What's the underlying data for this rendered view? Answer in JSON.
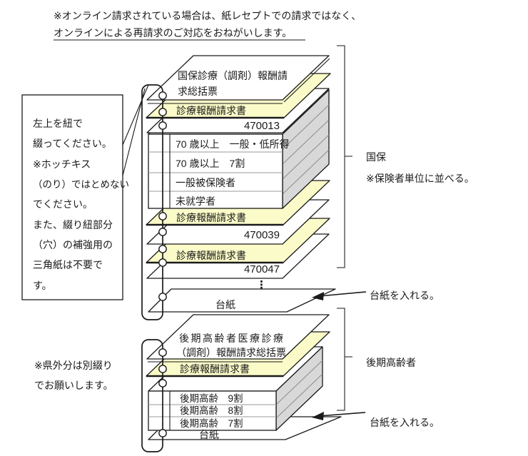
{
  "note_top": {
    "line1": "※オンライン請求されている場合は、紙レセプトでの請求ではなく、",
    "line2": "オンラインによる再請求のご対応をおねがいします。"
  },
  "binding_box": {
    "lines": [
      "左上を紐で",
      "綴ってください。",
      "※ホッチキス",
      "（のり）ではとめない",
      "でください。",
      "また、綴り紐部分",
      "（穴）の補強用の",
      "三角紙は不要で",
      "す。"
    ]
  },
  "note_bottom_left": {
    "line1": "※県外分は別綴り",
    "line2": "でお願いします。"
  },
  "stack_top": {
    "summary_line1": "国保診療（調剤）報酬請",
    "summary_line2": "求総括票",
    "invoice_label": "診療報酬請求書",
    "code1": "470013",
    "code2": "470039",
    "code3": "470047",
    "rows": [
      "70 歳以上　一般・低所得",
      "70 歳以上　7割",
      "一般被保険者",
      "未就学者"
    ],
    "ellipsis": "⋮",
    "mount_label": "台紙"
  },
  "stack_bottom": {
    "summary_line1": "後期高齢者医療診療",
    "summary_line2": "（調剤）報酬請求総括票",
    "invoice_label": "診療報酬請求書",
    "rows": [
      "後期高齢　9割",
      "後期高齢　8割",
      "後期高齢　7割"
    ],
    "mount_label": "台紙"
  },
  "right_labels": {
    "group1_title": "国保",
    "group1_note": "※保険者単位に並べる。",
    "group2_title": "後期高齢者",
    "insert_mount": "台紙を入れる。"
  },
  "colors": {
    "sheet_yellow": "#FBFBC9",
    "side_gray": "#D8D8D8",
    "line": "#1A1A1A"
  }
}
